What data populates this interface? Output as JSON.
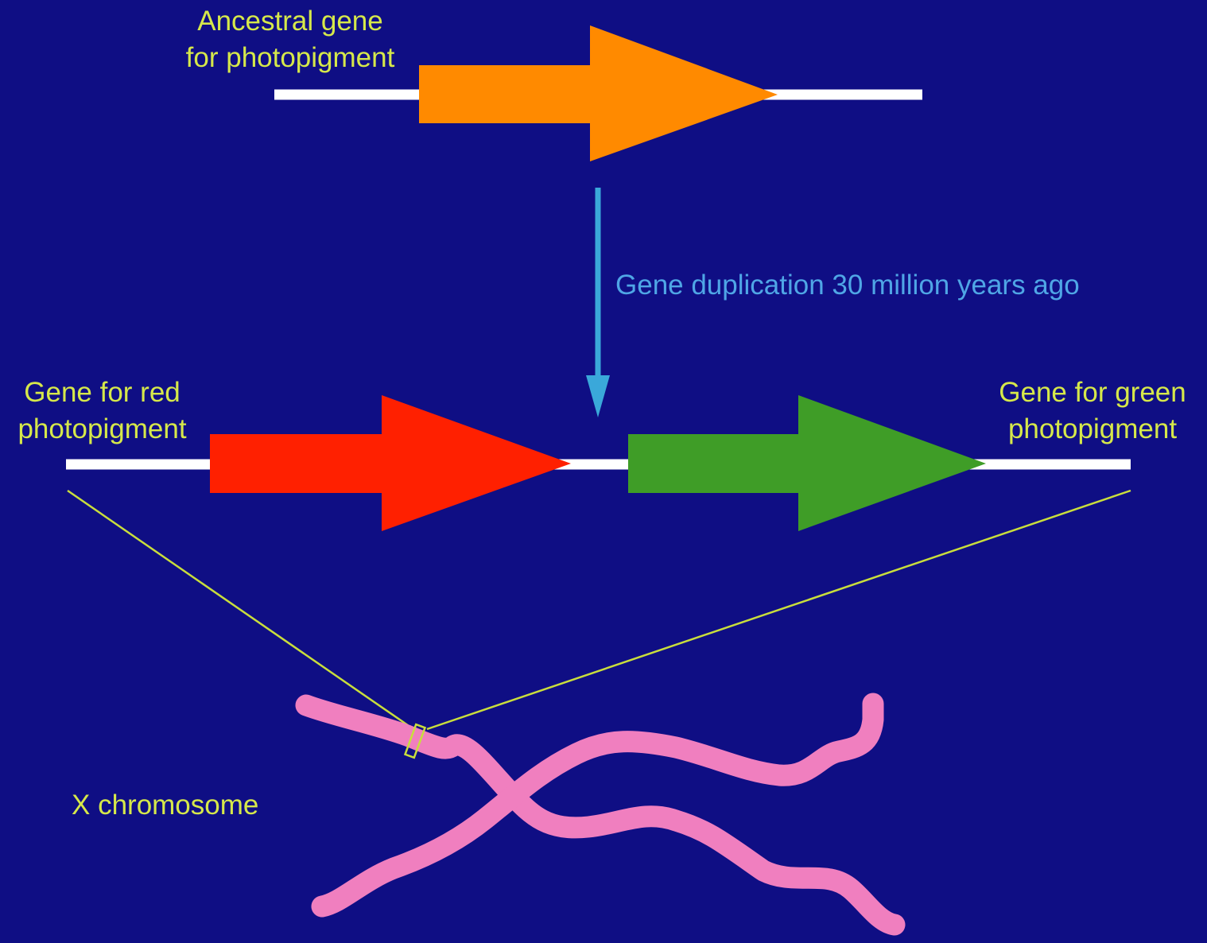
{
  "colors": {
    "background": "#0f0e84",
    "dna_line": "#ffffff",
    "ancestral_gene": "#ff8a00",
    "red_gene": "#ff2000",
    "green_gene": "#3f9d27",
    "duplication_arrow": "#3aa8da",
    "label_text": "#d6e84a",
    "duplication_text": "#4fa6e6",
    "zoom_lines": "#c9de3c",
    "chromosome": "#f07fbf"
  },
  "labels": {
    "ancestral_gene": {
      "line1": "Ancestral gene",
      "line2": "for photopigment"
    },
    "duplication": "Gene duplication 30 million years ago",
    "red_gene": {
      "line1": "Gene for red",
      "line2": "photopigment"
    },
    "green_gene": {
      "line1": "Gene for green",
      "line2": "photopigment"
    },
    "chromosome": "X chromosome"
  },
  "icons": {
    "ancestral_gene": "orange-gene-arrow-icon",
    "red_gene": "red-gene-arrow-icon",
    "green_gene": "green-gene-arrow-icon",
    "duplication": "down-arrow-icon",
    "chromosome": "x-chromosome-shape"
  }
}
